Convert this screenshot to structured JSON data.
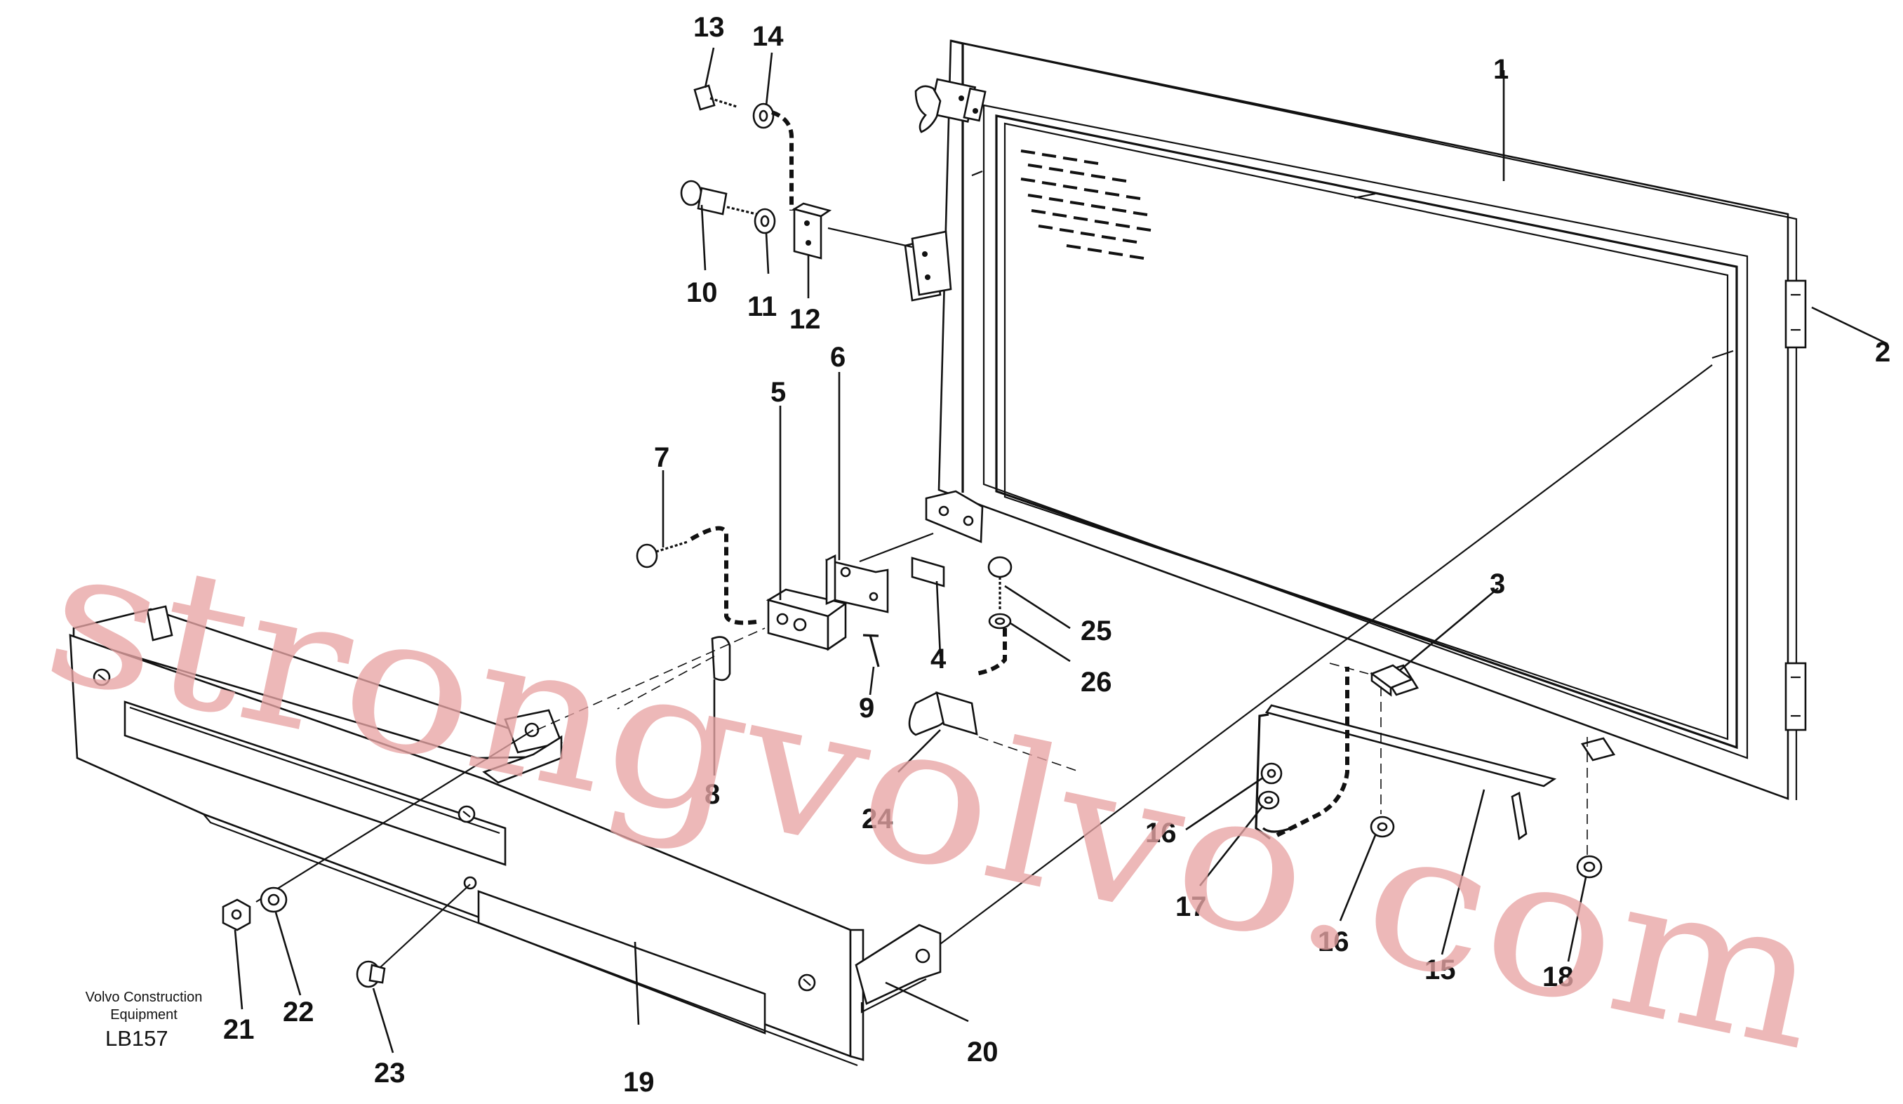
{
  "credit": {
    "line1": "Volvo Construction",
    "line2": "Equipment",
    "code": "LB157"
  },
  "watermark": {
    "text": "strongvolvo.com",
    "color": "#e8a5a5"
  },
  "callouts": {
    "c1": "1",
    "c2": "2",
    "c3": "3",
    "c4": "4",
    "c5": "5",
    "c6": "6",
    "c7": "7",
    "c8": "8",
    "c9": "9",
    "c10": "10",
    "c11": "11",
    "c12": "12",
    "c13": "13",
    "c14": "14",
    "c15": "15",
    "c16a": "16",
    "c16b": "16",
    "c17": "17",
    "c18": "18",
    "c19": "19",
    "c20": "20",
    "c21": "21",
    "c22": "22",
    "c23": "23",
    "c24": "24",
    "c25": "25",
    "c26": "26"
  }
}
